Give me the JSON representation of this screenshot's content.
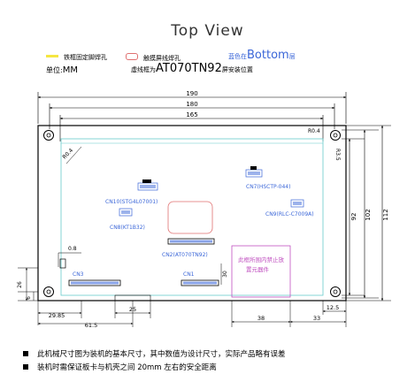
{
  "title": "Top View",
  "legend": {
    "yellow_label": "铁框固定脚焊孔",
    "red_label": "触摸屏线焊孔",
    "blue_prefix": "蓝色在",
    "blue_big": "Bottom",
    "blue_suffix": "层",
    "units_prefix": "单位:",
    "units_value": "MM",
    "model_prefix": "虚线框为",
    "model_big": "AT070TN92",
    "model_suffix": "屏安装位置",
    "colors": {
      "yellow": "#f5e642",
      "red": "#e07070",
      "blue": "#3a66d8",
      "cyan": "#66cccc",
      "magenta": "#c050c0"
    }
  },
  "dimensions": {
    "top_190": "190",
    "top_180": "180",
    "top_165": "165",
    "r04": "R0.4",
    "r35": "R3.5",
    "r04b": "R0.4",
    "right_92": "92",
    "right_102": "102",
    "right_112": "112",
    "left_08": "0.8",
    "left_26": "26",
    "left_6": "6",
    "bottom_2985": "29.85",
    "bottom_25": "25",
    "bottom_615": "61.5",
    "bottom_38": "38",
    "bottom_33": "33",
    "bottom_125": "12.5",
    "cn1_30": "30"
  },
  "connectors": {
    "cn10": "CN10(STG4L07001)",
    "cn8": "CN8(KT1B32)",
    "cn7": "CN7(HSCTP-044)",
    "cn9": "CN9(RLC-C7009A)",
    "cn2": "CN2(AT070TN92)",
    "cn3": "CN3",
    "cn1": "CN1"
  },
  "magenta_note": {
    "line1": "此框所围内禁止放",
    "line2": "置元器件"
  },
  "notes": [
    "此机械尺寸图为装机的基本尺寸，其中数值为设计尺寸，实际产品略有误差",
    "装机时需保证板卡与机壳之间 20mm 左右的安全距离"
  ]
}
